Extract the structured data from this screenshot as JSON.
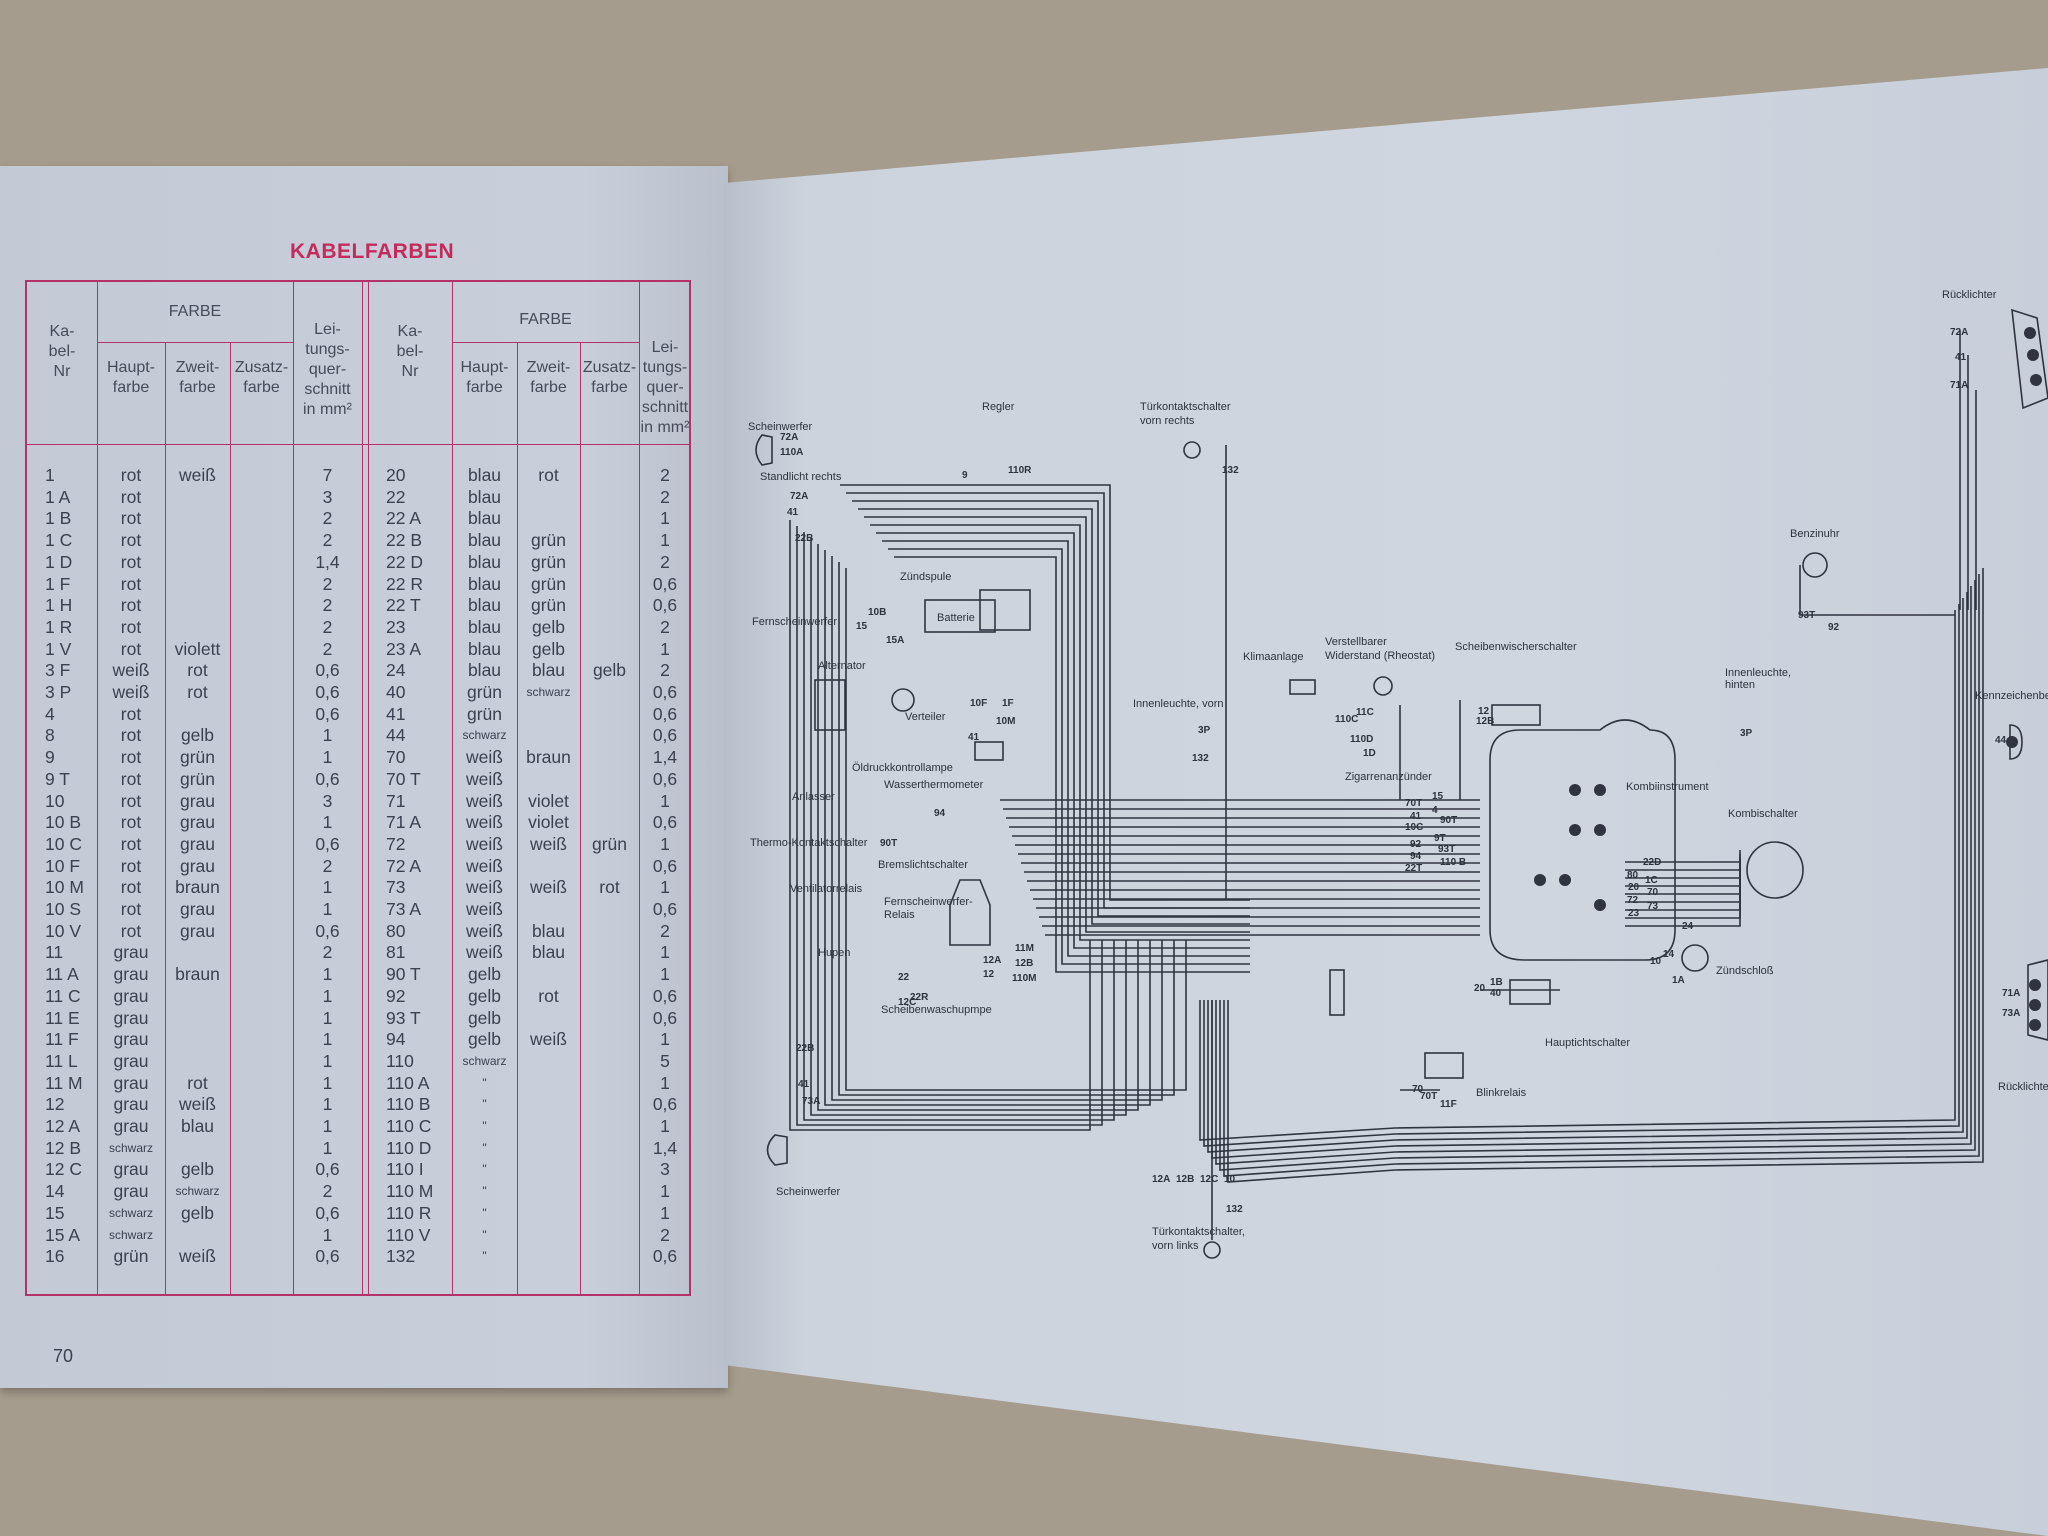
{
  "left_page": {
    "title": "KABELFARBEN",
    "page_number": "70",
    "table": {
      "headers": {
        "kabel_nr": [
          "Ka-",
          "bel-",
          "Nr"
        ],
        "farbe": "FARBE",
        "hauptfarbe": [
          "Haupt-",
          "farbe"
        ],
        "zweitfarbe": [
          "Zweit-",
          "farbe"
        ],
        "zusatzfarbe": [
          "Zusatz-",
          "farbe"
        ],
        "querschnitt": [
          "Lei-",
          "tungs-",
          "quer-",
          "schnitt",
          "in mm²"
        ]
      },
      "left_rows": [
        [
          "1",
          "rot",
          "weiß",
          "",
          "7"
        ],
        [
          "1 A",
          "rot",
          "",
          "",
          "3"
        ],
        [
          "1 B",
          "rot",
          "",
          "",
          "2"
        ],
        [
          "1 C",
          "rot",
          "",
          "",
          "2"
        ],
        [
          "1 D",
          "rot",
          "",
          "",
          "1,4"
        ],
        [
          "1 F",
          "rot",
          "",
          "",
          "2"
        ],
        [
          "1 H",
          "rot",
          "",
          "",
          "2"
        ],
        [
          "1 R",
          "rot",
          "",
          "",
          "2"
        ],
        [
          "1 V",
          "rot",
          "violett",
          "",
          "2"
        ],
        [
          "3 F",
          "weiß",
          "rot",
          "",
          "0,6"
        ],
        [
          "3 P",
          "weiß",
          "rot",
          "",
          "0,6"
        ],
        [
          "4",
          "rot",
          "",
          "",
          "0,6"
        ],
        [
          "8",
          "rot",
          "gelb",
          "",
          "1"
        ],
        [
          "9",
          "rot",
          "grün",
          "",
          "1"
        ],
        [
          "9 T",
          "rot",
          "grün",
          "",
          "0,6"
        ],
        [
          "10",
          "rot",
          "grau",
          "",
          "3"
        ],
        [
          "10 B",
          "rot",
          "grau",
          "",
          "1"
        ],
        [
          "10 C",
          "rot",
          "grau",
          "",
          "0,6"
        ],
        [
          "10 F",
          "rot",
          "grau",
          "",
          "2"
        ],
        [
          "10 M",
          "rot",
          "braun",
          "",
          "1"
        ],
        [
          "10 S",
          "rot",
          "grau",
          "",
          "1"
        ],
        [
          "10 V",
          "rot",
          "grau",
          "",
          "0,6"
        ],
        [
          "11",
          "grau",
          "",
          "",
          "2"
        ],
        [
          "11 A",
          "grau",
          "braun",
          "",
          "1"
        ],
        [
          "11 C",
          "grau",
          "",
          "",
          "1"
        ],
        [
          "11 E",
          "grau",
          "",
          "",
          "1"
        ],
        [
          "11 F",
          "grau",
          "",
          "",
          "1"
        ],
        [
          "11 L",
          "grau",
          "",
          "",
          "1"
        ],
        [
          "11 M",
          "grau",
          "rot",
          "",
          "1"
        ],
        [
          "12",
          "grau",
          "weiß",
          "",
          "1"
        ],
        [
          "12 A",
          "grau",
          "blau",
          "",
          "1"
        ],
        [
          "12 B",
          "schwarz",
          "",
          "",
          "1"
        ],
        [
          "12 C",
          "grau",
          "gelb",
          "",
          "0,6"
        ],
        [
          "14",
          "grau",
          "schwarz",
          "",
          "2"
        ],
        [
          "15",
          "schwarz",
          "gelb",
          "",
          "0,6"
        ],
        [
          "15 A",
          "schwarz",
          "",
          "",
          "1"
        ],
        [
          "16",
          "grün",
          "weiß",
          "",
          "0,6"
        ]
      ],
      "right_rows": [
        [
          "20",
          "blau",
          "rot",
          "",
          "2"
        ],
        [
          "22",
          "blau",
          "",
          "",
          "2"
        ],
        [
          "22 A",
          "blau",
          "",
          "",
          "1"
        ],
        [
          "22 B",
          "blau",
          "grün",
          "",
          "1"
        ],
        [
          "22 D",
          "blau",
          "grün",
          "",
          "2"
        ],
        [
          "22 R",
          "blau",
          "grün",
          "",
          "0,6"
        ],
        [
          "22 T",
          "blau",
          "grün",
          "",
          "0,6"
        ],
        [
          "23",
          "blau",
          "gelb",
          "",
          "2"
        ],
        [
          "23 A",
          "blau",
          "gelb",
          "",
          "1"
        ],
        [
          "24",
          "blau",
          "blau",
          "gelb",
          "2"
        ],
        [
          "40",
          "grün",
          "schwarz",
          "",
          "0,6"
        ],
        [
          "41",
          "grün",
          "",
          "",
          "0,6"
        ],
        [
          "44",
          "schwarz",
          "",
          "",
          "0,6"
        ],
        [
          "70",
          "weiß",
          "braun",
          "",
          "1,4"
        ],
        [
          "70 T",
          "weiß",
          "",
          "",
          "0,6"
        ],
        [
          "71",
          "weiß",
          "violet",
          "",
          "1"
        ],
        [
          "71 A",
          "weiß",
          "violet",
          "",
          "0,6"
        ],
        [
          "72",
          "weiß",
          "weiß",
          "grün",
          "1"
        ],
        [
          "72 A",
          "weiß",
          "",
          "",
          "0,6"
        ],
        [
          "73",
          "weiß",
          "weiß",
          "rot",
          "1"
        ],
        [
          "73 A",
          "weiß",
          "",
          "",
          "0,6"
        ],
        [
          "80",
          "weiß",
          "blau",
          "",
          "2"
        ],
        [
          "81",
          "weiß",
          "blau",
          "",
          "1"
        ],
        [
          "90 T",
          "gelb",
          "",
          "",
          "1"
        ],
        [
          "92",
          "gelb",
          "rot",
          "",
          "0,6"
        ],
        [
          "93 T",
          "gelb",
          "",
          "",
          "0,6"
        ],
        [
          "94",
          "gelb",
          "weiß",
          "",
          "1"
        ],
        [
          "110",
          "schwarz",
          "",
          "",
          "5"
        ],
        [
          "110 A",
          "\"",
          "",
          "",
          "1"
        ],
        [
          "110 B",
          "\"",
          "",
          "",
          "0,6"
        ],
        [
          "110 C",
          "\"",
          "",
          "",
          "1"
        ],
        [
          "110 D",
          "\"",
          "",
          "",
          "1,4"
        ],
        [
          "110 I",
          "\"",
          "",
          "",
          "3"
        ],
        [
          "110 M",
          "\"",
          "",
          "",
          "1"
        ],
        [
          "110 R",
          "\"",
          "",
          "",
          "1"
        ],
        [
          "110 V",
          "\"",
          "",
          "",
          "2"
        ],
        [
          "132",
          "\"",
          "",
          "",
          "0,6"
        ]
      ]
    }
  },
  "diagram": {
    "components": {
      "regler": "Regler",
      "tuerkontakt_rechts": [
        "Türkontaktschalter",
        "vorn rechts"
      ],
      "scheinwerfer_oben": "Scheinwerfer",
      "standlicht_rechts": "Standlicht rechts",
      "fernscheinwerfer": "Fernscheinwerfer",
      "zuendspule": "Zündspule",
      "batterie": "Batterie",
      "alternator": "Alternator",
      "verteiler": "Verteiler",
      "oeldruck": "Öldruckkontrollampe",
      "anlasser": "Anlasser",
      "wasserthermometer": "Wasserthermometer",
      "thermo": "Thermo-Kontaktschalter",
      "bremslicht": "Bremslichtschalter",
      "ventilatorrelais": "Ventilatorrelais",
      "fern_relais": [
        "Fernscheinwerfer-",
        "Relais"
      ],
      "hupen": "Hupen",
      "waschpumpe": "Scheibenwaschupmpe",
      "scheinwerfer_unten": "Scheinwerfer",
      "klimaanlage": "Klimaanlage",
      "rheostat": [
        "Verstellbarer",
        "Widerstand (Rheostat)"
      ],
      "wischerschalter": "Scheibenwischerschalter",
      "innenleuchte_vorn": "Innenleuchte, vorn",
      "zigarrenanzuender": "Zigarrenanzünder",
      "kombiinstrument": "Kombiinstrument",
      "kombischalter": "Kombischalter",
      "zuendschloss": "Zündschloß",
      "hauptlichtschalter": "Hauptichtschalter",
      "blinkrelais": "Blinkrelais",
      "tuerkontakt_links": [
        "Türkontaktschalter,",
        "vorn links"
      ],
      "benzinuhr": "Benzinuhr",
      "innenleuchte_hinten": [
        "Innenleuchte,",
        "hinten"
      ],
      "kennzeichen": "Kennzeichenbel",
      "ruecklichter_oben": "Rücklichter",
      "ruecklichter_unten": "Rücklichter"
    },
    "wire_labels": [
      "15",
      "70T",
      "4",
      "41",
      "90T",
      "10C",
      "9T",
      "92",
      "93T",
      "94",
      "110 B",
      "22T",
      "12",
      "12B",
      "11C",
      "110C",
      "110D",
      "1D",
      "22D",
      "80",
      "1C",
      "20",
      "70",
      "72",
      "73",
      "23",
      "24",
      "14",
      "10",
      "1A",
      "20",
      "1B",
      "40",
      "70",
      "70T",
      "11F",
      "72A",
      "110A",
      "72A",
      "41",
      "22B",
      "10B",
      "15",
      "15A",
      "9",
      "110R",
      "10F",
      "1F",
      "41",
      "10M",
      "132",
      "3P",
      "132",
      "94",
      "90T",
      "11M",
      "12A",
      "12B",
      "12",
      "110M",
      "22",
      "22R",
      "12C",
      "22B",
      "41",
      "73A",
      "132",
      "12A",
      "12B",
      "12C",
      "10",
      "72A",
      "41",
      "71A",
      "93T",
      "92",
      "44",
      "71A",
      "73A",
      "3P"
    ]
  }
}
